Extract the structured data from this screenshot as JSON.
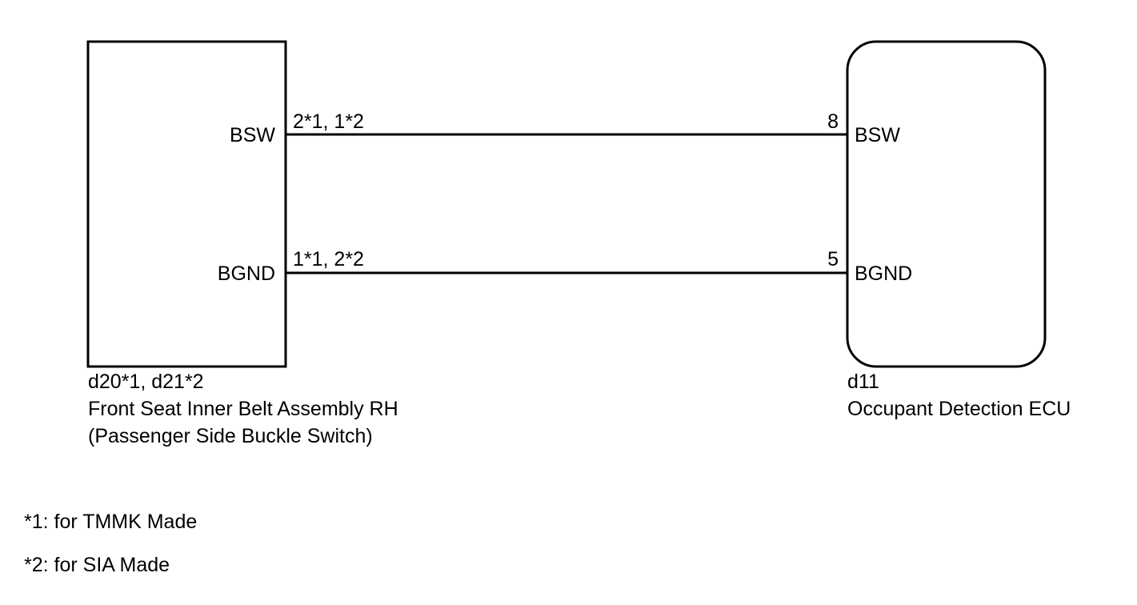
{
  "left_component": {
    "pins": [
      {
        "name": "BSW",
        "terminal": "2*1, 1*2"
      },
      {
        "name": "BGND",
        "terminal": "1*1, 2*2"
      }
    ],
    "connector": "d20*1, d21*2",
    "name_line1": "Front Seat Inner Belt Assembly RH",
    "name_line2": "(Passenger Side Buckle Switch)"
  },
  "right_component": {
    "pins": [
      {
        "name": "BSW",
        "terminal": "8"
      },
      {
        "name": "BGND",
        "terminal": "5"
      }
    ],
    "connector": "d11",
    "name": "Occupant Detection ECU"
  },
  "notes": [
    "*1: for TMMK Made",
    "*2: for SIA Made"
  ]
}
